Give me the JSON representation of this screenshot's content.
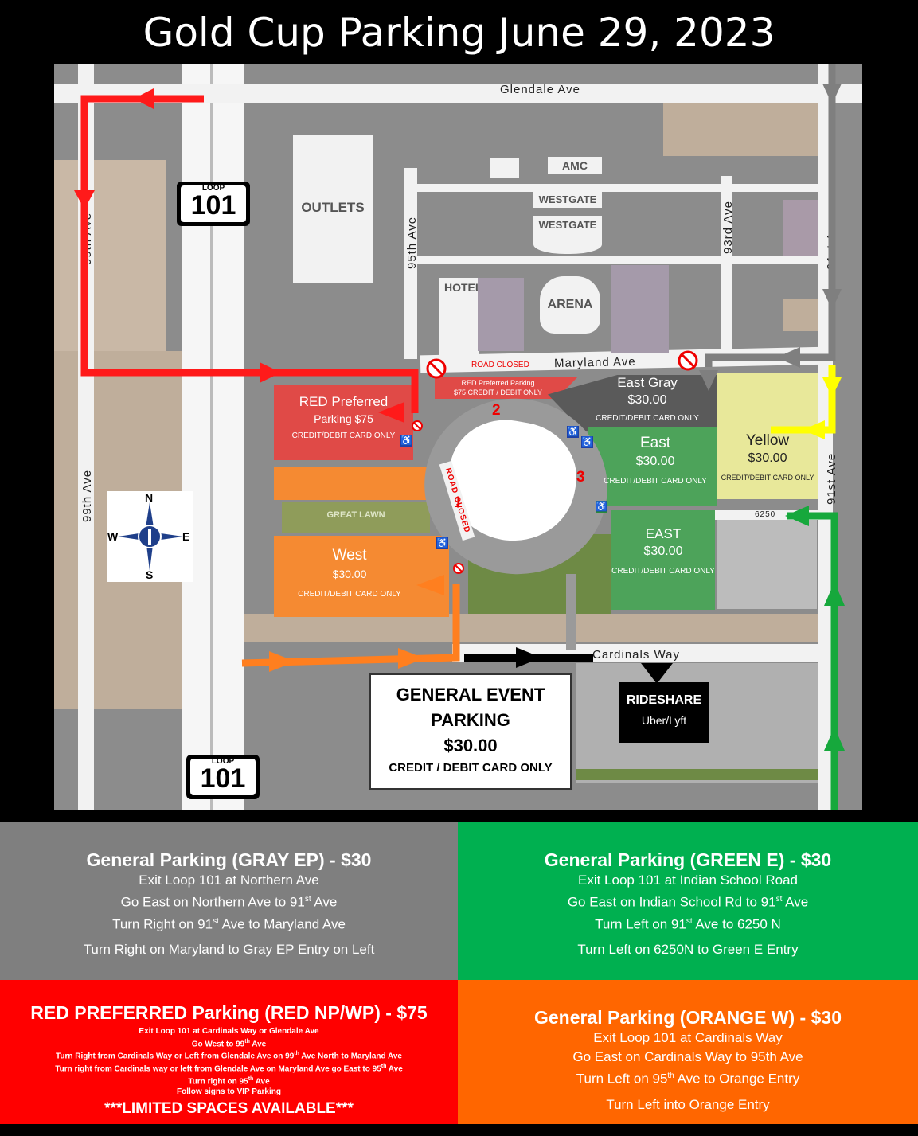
{
  "title": "Gold Cup Parking June 29, 2023",
  "map": {
    "roads": {
      "glendale": "Glendale Ave",
      "maryland": "Maryland Ave",
      "cardinals": "Cardinals Way",
      "ave99_top": "99th Ave",
      "ave99_bottom": "99th Ave",
      "ave95": "95th Ave",
      "ave93": "93rd Ave",
      "ave91_top": "91st Ave",
      "ave91_bottom": "91st Ave",
      "n6250": "6250",
      "road_closed": "ROAD CLOSED",
      "road_closed_vertical": "ROAD CLOSED"
    },
    "shields": {
      "loop": "LOOP",
      "number": "101"
    },
    "buildings": {
      "outlets": "OUTLETS",
      "amc": "AMC",
      "westgate1": "WESTGATE",
      "westgate2": "WESTGATE",
      "hotel": "HOTEL",
      "arena": "ARENA",
      "great_lawn": "GREAT LAWN"
    },
    "compass": {
      "n": "N",
      "s": "S",
      "e": "E",
      "w": "W"
    },
    "gate_numbers": [
      "1",
      "2",
      "3"
    ],
    "lots": {
      "red_preferred": {
        "name": "RED Preferred",
        "price": "Parking $75",
        "note": "CREDIT/DEBIT CARD ONLY"
      },
      "red_preferred_small": {
        "name": "RED Preferred Parking",
        "price": "$75 CREDIT / DEBIT ONLY"
      },
      "east_gray": {
        "name": "East Gray",
        "price": "$30.00",
        "note": "CREDIT/DEBIT CARD ONLY"
      },
      "east": {
        "name": "East",
        "price": "$30.00",
        "note": "CREDIT/DEBIT CARD ONLY"
      },
      "yellow": {
        "name": "Yellow",
        "price": "$30.00",
        "note": "CREDIT/DEBIT CARD ONLY"
      },
      "east_lower": {
        "name": "EAST",
        "price": "$30.00",
        "note": "CREDIT/DEBIT CARD ONLY"
      },
      "west": {
        "name": "West",
        "price": "$30.00",
        "note": "CREDIT/DEBIT CARD ONLY"
      }
    },
    "general_event": {
      "line1": "GENERAL EVENT",
      "line2": "PARKING",
      "price": "$30.00",
      "note": "CREDIT / DEBIT CARD ONLY"
    },
    "rideshare": {
      "title": "RIDESHARE",
      "sub": "Uber/Lyft"
    },
    "colors": {
      "red": "#ff1a1a",
      "orange": "#ff7f1f",
      "green": "#16a83c",
      "gray": "#7f7f7f",
      "yellow": "#ffff00"
    }
  },
  "panels": {
    "gray": {
      "heading": "General Parking (GRAY EP) - $30",
      "l1": "Exit Loop 101 at Northern Ave",
      "l2a": "Go East on Northern Ave to 91",
      "l2sup": "st",
      "l2b": " Ave",
      "l3a": "Turn Right on 91",
      "l3sup": "st",
      "l3b": " Ave to Maryland Ave",
      "l4": "Turn Right on Maryland to Gray EP Entry on Left"
    },
    "green": {
      "heading": "General Parking (GREEN E) - $30",
      "l1": "Exit Loop 101 at Indian School Road",
      "l2a": "Go East on Indian School Rd to 91",
      "l2sup": "st",
      "l2b": " Ave",
      "l3a": "Turn Left on 91",
      "l3sup": "st",
      "l3b": " Ave to 6250 N",
      "l4": "Turn Left on 6250N to Green E Entry"
    },
    "red": {
      "heading": "RED PREFERRED Parking (RED NP/WP) - $75",
      "l1": "Exit Loop 101 at Cardinals Way or Glendale Ave",
      "l2a": "Go West to 99",
      "l2sup": "th",
      "l2b": " Ave",
      "l3a": "Turn Right from Cardinals Way or Left from Glendale Ave on 99",
      "l3sup": "th",
      "l3b": " Ave North to Maryland Ave",
      "l4a": "Turn right from Cardinals way or left from Glendale Ave on Maryland Ave go East to 95",
      "l4sup": "th",
      "l4b": " Ave",
      "l5a": "Turn right on 95",
      "l5sup": "th",
      "l5b": " Ave",
      "l6": "Follow signs to VIP Parking",
      "limited": "***LIMITED SPACES AVAILABLE***"
    },
    "orange": {
      "heading": "General Parking (ORANGE W) - $30",
      "l1": "Exit Loop 101 at Cardinals Way",
      "l2": "Go East on Cardinals Way to 95th Ave",
      "l3a": "Turn Left on 95",
      "l3sup": "th",
      "l3b": " Ave to Orange Entry",
      "l4": "Turn Left into Orange Entry"
    }
  }
}
